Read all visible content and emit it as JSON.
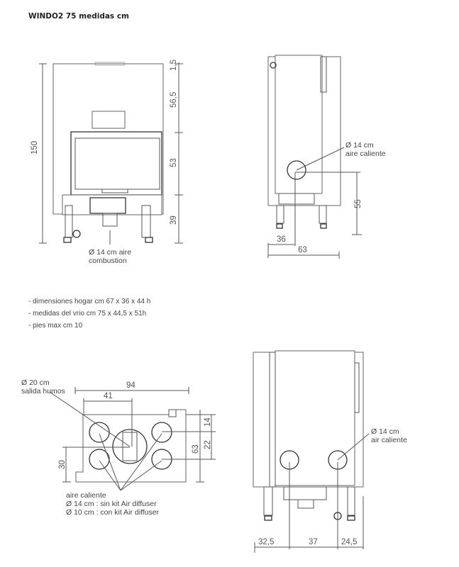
{
  "title": "WINDO2 75 medidas cm",
  "front_view": {
    "height_total": "150",
    "dim_top": "1,5",
    "dim_upper": "56,5",
    "dim_glass": "53",
    "dim_base": "39",
    "label_line1": "Ø 14 cm aire",
    "label_line2": "combustion"
  },
  "side_view": {
    "label_line1": "Ø 14 cm",
    "label_line2": "aire caliente",
    "dim_height": "55",
    "dim_depth_partial": "36",
    "dim_depth_total": "63"
  },
  "notes": [
    "- dimensiones hogar cm 67 x 36 x 44 h",
    "- medidas del vrio cm 75 x 44,5  x 51h",
    "- pies max cm 10"
  ],
  "top_view": {
    "flue_line1": "Ø 20 cm",
    "flue_line2": "salida humos",
    "dim_width": "94",
    "dim_flue_offset": "41",
    "dim_depth": "63",
    "dim_14": "14",
    "dim_22": "22",
    "dim_30": "30",
    "hot_air_line1": "aire caliente",
    "hot_air_line2": "Ø 14 cm : sin kit Air diffuser",
    "hot_air_line3": "Ø 10 cm : con kit Air diffuser"
  },
  "back_view": {
    "label_line1": "Ø 14 cm",
    "label_line2": "air caliente",
    "dim_left": "32,5",
    "dim_center": "37",
    "dim_right": "24,5"
  }
}
